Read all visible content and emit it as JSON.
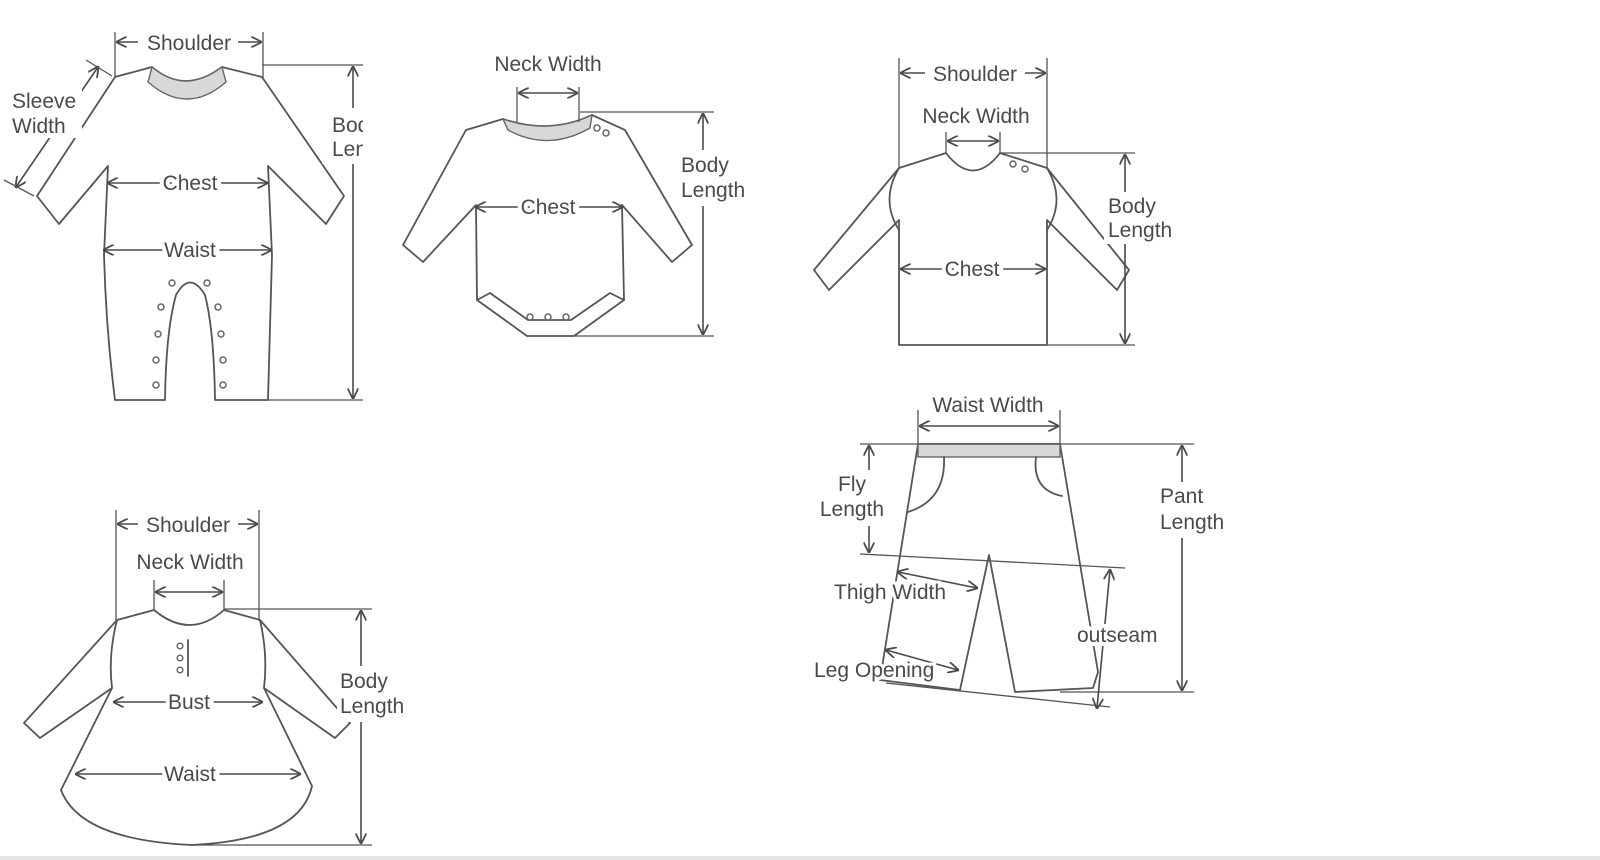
{
  "colors": {
    "line": "#555555",
    "text": "#4a4a4a",
    "background": "#ffffff",
    "ribbing": "#d8d8d8"
  },
  "romper": {
    "shoulder": "Shoulder",
    "sleeve_width_1": "Sleeve",
    "sleeve_width_2": "Width",
    "body_length_1": "Body",
    "body_length_2": "Length",
    "chest": "Chest",
    "waist": "Waist"
  },
  "bodysuit": {
    "neck_width": "Neck Width",
    "chest": "Chest",
    "body_length_1": "Body",
    "body_length_2": "Length"
  },
  "shirt": {
    "shoulder": "Shoulder",
    "neck_width": "Neck Width",
    "body_length_1": "Body",
    "body_length_2": "Length",
    "chest": "Chest"
  },
  "dress": {
    "shoulder": "Shoulder",
    "neck_width": "Neck Width",
    "body_length_1": "Body",
    "body_length_2": "Length",
    "bust": "Bust",
    "waist": "Waist"
  },
  "pants": {
    "waist_width": "Waist Width",
    "fly_length_1": "Fly",
    "fly_length_2": "Length",
    "pant_length_1": "Pant",
    "pant_length_2": "Length",
    "thigh_width": "Thigh Width",
    "outseam": "outseam",
    "leg_opening": "Leg Opening"
  }
}
